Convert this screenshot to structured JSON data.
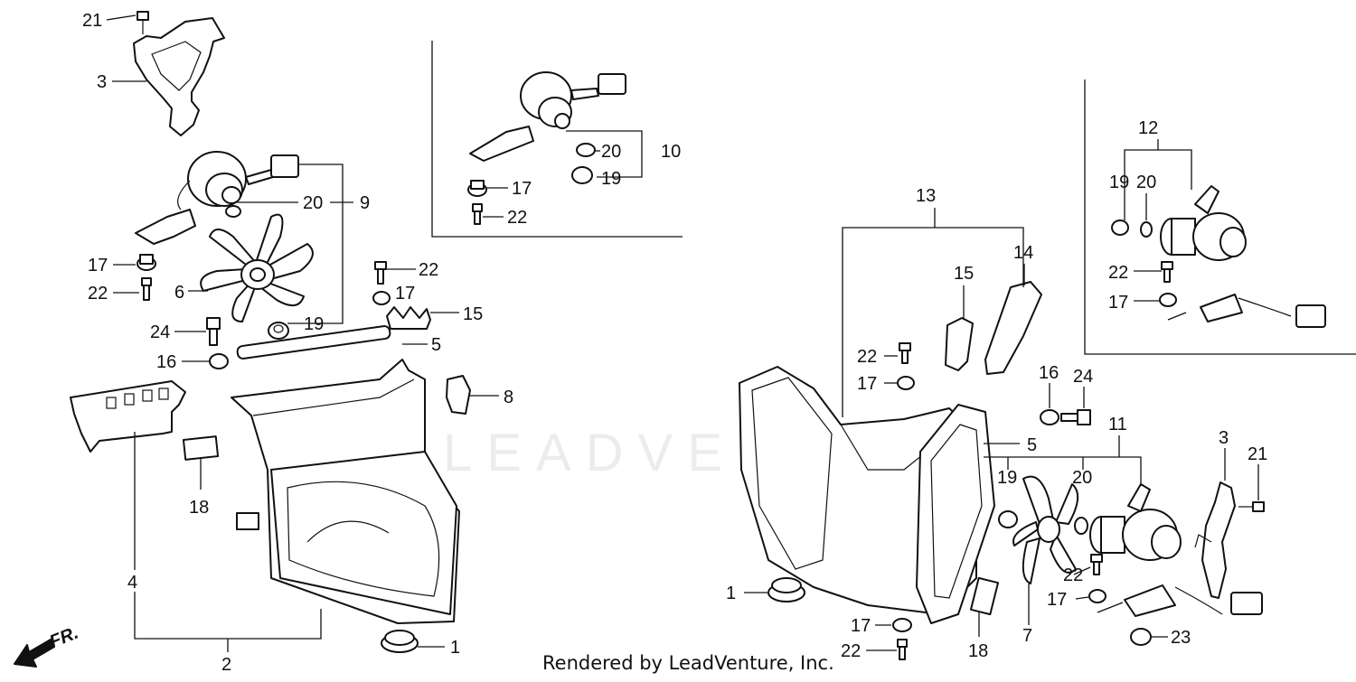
{
  "watermark": {
    "text": "LEADVENTURE"
  },
  "footer": {
    "text": "Rendered by LeadVenture, Inc."
  },
  "direction_marker": {
    "text": "FR."
  },
  "callouts": {
    "c21a": "21",
    "c3a": "3",
    "c9": "9",
    "c20a": "20",
    "c17a": "17",
    "c22a": "22",
    "c6": "6",
    "c19a": "19",
    "c24a": "24",
    "c16a": "16",
    "c22b": "22",
    "c17b": "17",
    "c15a": "15",
    "c5a": "5",
    "c8": "8",
    "c18a": "18",
    "c4": "4",
    "c2": "2",
    "c1a": "1",
    "c10": "10",
    "c20b": "20",
    "c19b": "19",
    "c17c": "17",
    "c22c": "22",
    "c13": "13",
    "c14": "14",
    "c15b": "15",
    "c22d": "22",
    "c17d": "17",
    "c12": "12",
    "c19c": "19",
    "c20c": "20",
    "c22e": "22",
    "c17e": "17",
    "c16b": "16",
    "c24b": "24",
    "c5b": "5",
    "c11": "11",
    "c19d": "19",
    "c20d": "20",
    "c3b": "3",
    "c21b": "21",
    "c22f": "22",
    "c17f": "17",
    "c1b": "1",
    "c17g": "17",
    "c22g": "22",
    "c18b": "18",
    "c7": "7",
    "c23": "23"
  }
}
